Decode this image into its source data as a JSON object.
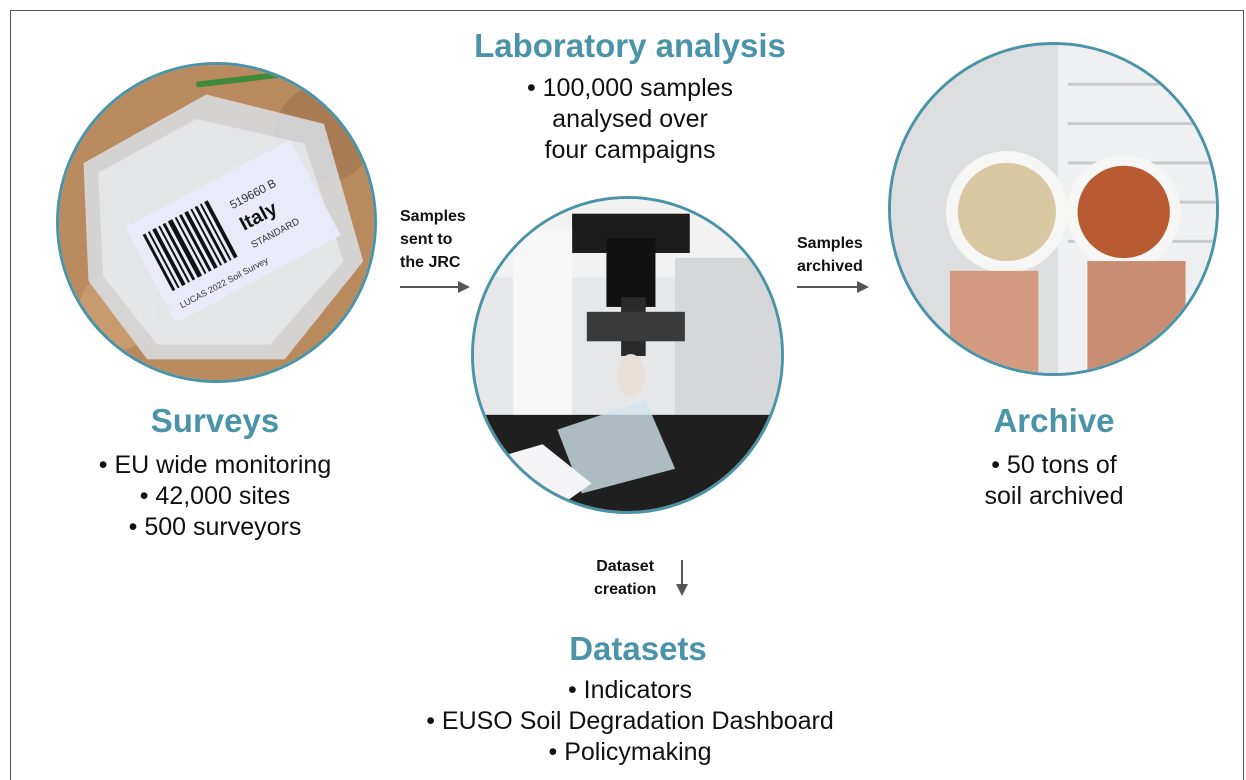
{
  "stages": {
    "surveys": {
      "title": "Surveys",
      "bullets": [
        "• EU wide monitoring",
        "• 42,000 sites",
        "• 500 surveyors"
      ]
    },
    "laboratory": {
      "title": "Laboratory analysis",
      "bullets": [
        "• 100,000 samples",
        "analysed over",
        "four campaigns"
      ]
    },
    "archive": {
      "title": "Archive",
      "bullets": [
        "• 50 tons of",
        "soil archived"
      ]
    },
    "datasets": {
      "title": "Datasets",
      "bullets": [
        "• Indicators",
        "• EUSO Soil Degradation Dashboard",
        "• Policymaking"
      ]
    }
  },
  "arrows": {
    "to_jrc": [
      "Samples",
      "sent to",
      "the JRC"
    ],
    "archived": [
      "Samples",
      "archived"
    ],
    "dataset": [
      "Dataset",
      "creation"
    ]
  },
  "photo_labels": {
    "code": "519660 B",
    "country": "Italy",
    "survey": "LUCAS 2022 Soil Survey",
    "grade": "STANDARD"
  },
  "colors": {
    "accent": "#4a93a8",
    "arrow": "#555555"
  }
}
